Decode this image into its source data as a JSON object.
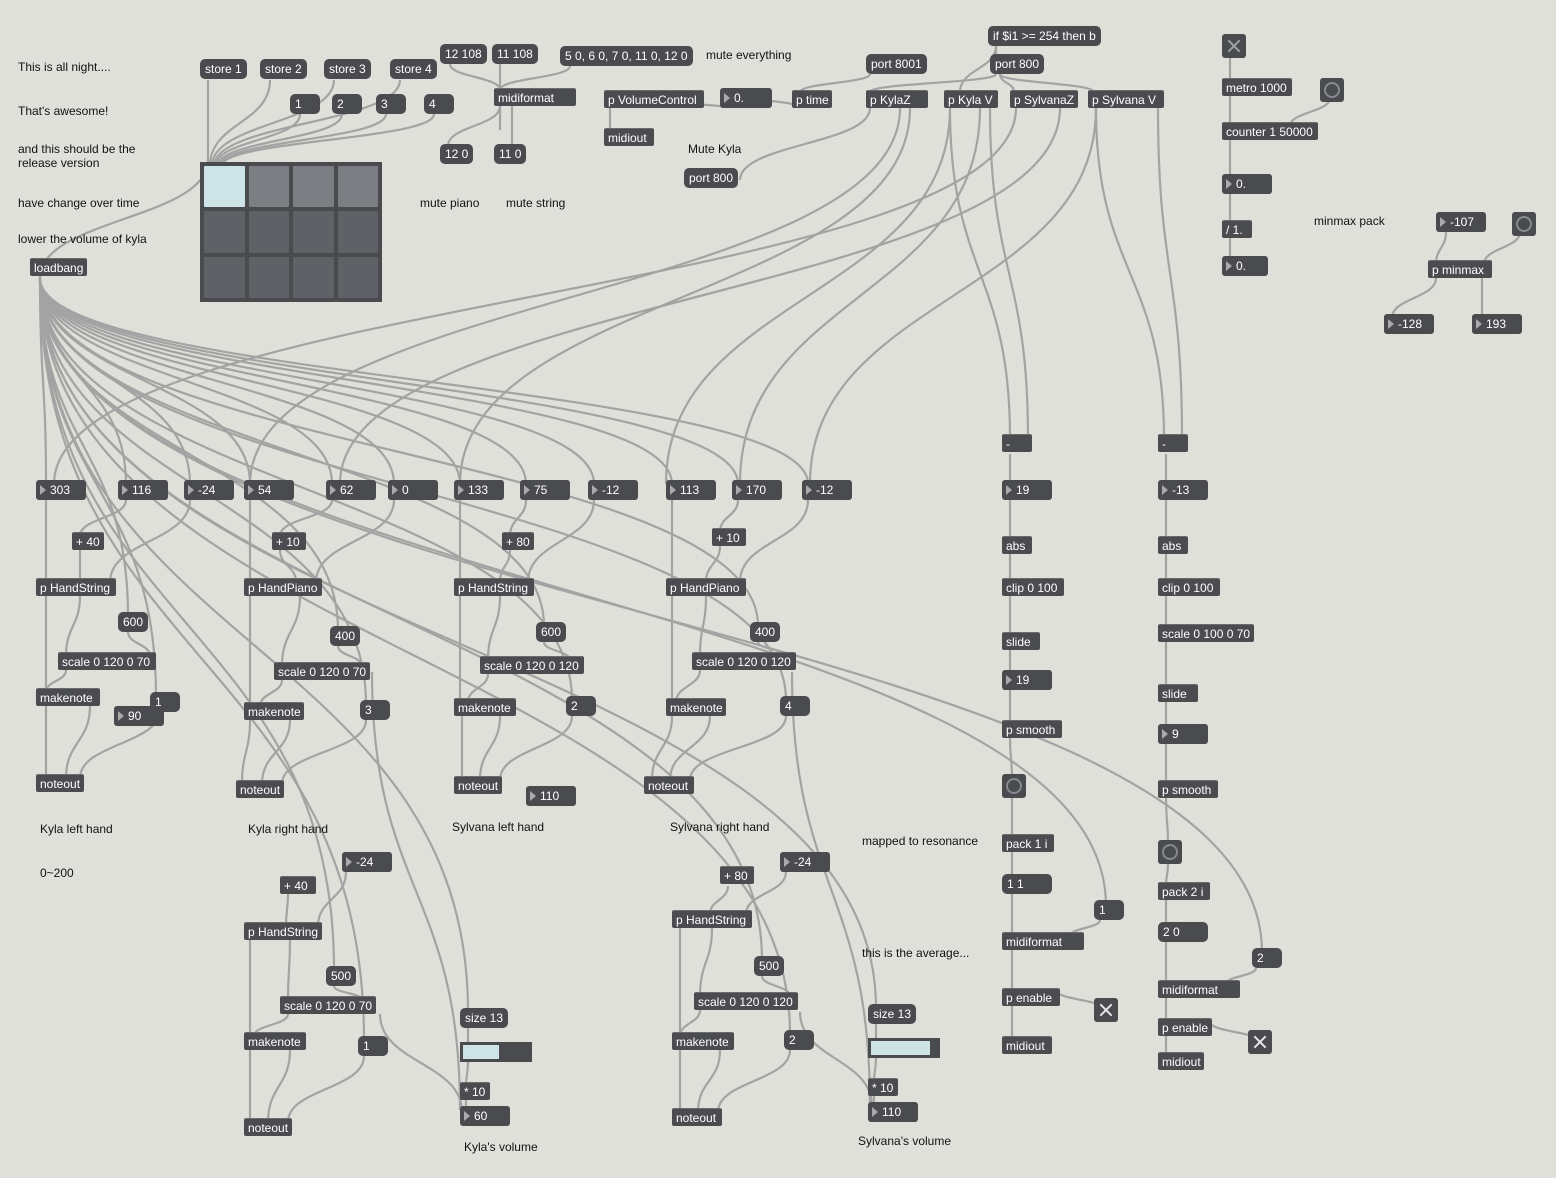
{
  "comments": {
    "all_night": "This is all night....",
    "awesome": "That's awesome!",
    "release": "and this should be the\nrelease version",
    "change": "have change over time",
    "lower": "lower the volume of kyla",
    "mute_everything": "mute everything",
    "mute_kyla": "Mute Kyla",
    "mute_piano": "mute piano",
    "mute_string": "mute string",
    "minmax_pack": "minmax pack",
    "kyla_left": "Kyla left hand",
    "range": "0~200",
    "kyla_right": "Kyla right hand",
    "sylvana_left": "Sylvana left hand",
    "sylvana_right": "Sylvana right hand",
    "resonance": "mapped to resonance",
    "average": "this is the average...",
    "kylas_volume": "Kyla's volume",
    "sylvanas_volume": "Sylvana's volume"
  },
  "messages": {
    "store1": "store 1",
    "store2": "store 2",
    "store3": "store 3",
    "store4": "store 4",
    "m1": "1",
    "m2": "2",
    "m3": "3",
    "m4": "4",
    "m12_108": "12 108",
    "m11_108": "11 108",
    "mute_list": "5 0, 6 0, 7 0, 11 0, 12 0",
    "m12_0": "12 0",
    "m11_0": "11 0",
    "port8001": "port 8001",
    "port800a": "port 800",
    "port800b": "port 800",
    "ifexpr": "if $i1 >= 254 then b",
    "k600": "600",
    "k1": "1",
    "k400": "400",
    "k3": "3",
    "k500": "500",
    "k1b": "1",
    "s600": "600",
    "s2": "2",
    "s400": "400",
    "s4": "4",
    "s500": "500",
    "s2b": "2",
    "size13a": "size 13",
    "size13b": "size 13",
    "r11": "1 1",
    "r1": "1",
    "r20": "2 0",
    "r2": "2"
  },
  "objects": {
    "loadbang": "loadbang",
    "midiformat1": "midiformat",
    "volumecontrol": "p VolumeControl",
    "midiout1": "midiout",
    "ptime": "p time",
    "pkylaz": "p KylaZ",
    "pkylav": "p Kyla V",
    "psylvanaz": "p SylvanaZ",
    "psylvanav": "p Sylvana V",
    "metro": "metro 1000",
    "counter": "counter 1 50000",
    "div": "/ 1.",
    "pminmax": "p minmax",
    "add40a": "+ 40",
    "hs1": "p HandString",
    "scale1": "scale 0 120 0 70",
    "mk1": "makenote",
    "no1": "noteout",
    "add10a": "+ 10",
    "hp1": "p HandPiano",
    "scale2": "scale 0 120 0 70",
    "mk2": "makenote",
    "no2": "noteout",
    "add80a": "+ 80",
    "hs2": "p HandString",
    "scale3": "scale 0 120 0 120",
    "mk3": "makenote",
    "no3": "noteout",
    "add10b": "+ 10",
    "hp2": "p HandPiano",
    "scale4": "scale 0 120 0 120",
    "mk4": "makenote",
    "no4": "noteout",
    "add40b": "+ 40",
    "hs3": "p HandString",
    "scale5": "scale 0 120 0 70",
    "mk5": "makenote",
    "no5": "noteout",
    "add80b": "+ 80",
    "hs4": "p HandString",
    "scale6": "scale 0 120 0 120",
    "mk6": "makenote",
    "no6": "noteout",
    "mul10a": "* 10",
    "mul10b": "* 10",
    "sub1": "-",
    "abs1": "abs",
    "clip1": "clip 0 100",
    "slide1": "slide",
    "smooth1": "p smooth",
    "pack1": "pack 1 i",
    "midiformat2": "midiformat",
    "enable1": "p enable",
    "midiout2": "midiout",
    "sub2": "-",
    "abs2": "abs",
    "clip2": "clip 0 100",
    "scale7": "scale 0 100 0 70",
    "slide2": "slide",
    "smooth2": "p smooth",
    "pack2": "pack 2 i",
    "midiformat3": "midiformat",
    "enable2": "p enable",
    "midiout3": "midiout"
  },
  "numbers": {
    "vol0": "0.",
    "cnt0": "0.",
    "div0": "0.",
    "mm_in": "-107",
    "mm_min": "-128",
    "mm_max": "193",
    "n303": "303",
    "n116": "116",
    "n_24a": "-24",
    "n54": "54",
    "n62": "62",
    "n0": "0",
    "n133": "133",
    "n75": "75",
    "n_12a": "-12",
    "n113": "113",
    "n170": "170",
    "n_12b": "-12",
    "n90": "90",
    "n110a": "110",
    "n_24b": "-24",
    "n_24c": "-24",
    "n60": "60",
    "n110b": "110",
    "k19a": "19",
    "k19b": "19",
    "s_13": "-13",
    "s9": "9"
  },
  "toggles": {
    "t_top": false,
    "t_k": true,
    "t_s": true
  },
  "matrix": {
    "rows": 3,
    "cols": 4,
    "active": 0
  },
  "sliders": {
    "kyla_volume": 0.55,
    "sylvana_volume": 0.9
  },
  "colors": {
    "background": "#e0e0da",
    "object": "#4b4c50",
    "cable": "#a3a3a3",
    "highlight": "#cde3e6"
  }
}
